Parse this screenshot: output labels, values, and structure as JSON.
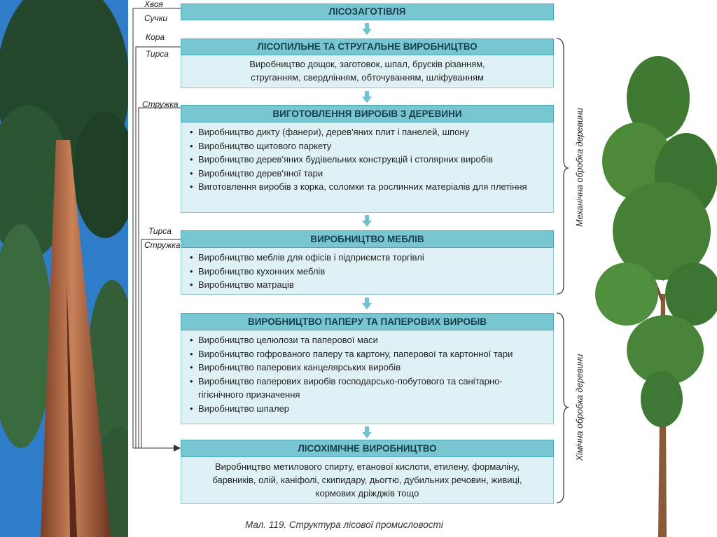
{
  "blocks": [
    {
      "title": "ЛІСОЗАГОТІВЛЯ"
    },
    {
      "title": "ЛІСОПИЛЬНЕ ТА СТРУГАЛЬНЕ ВИРОБНИЦТВО",
      "lines": [
        "Виробництво дощок, заготовок, шпал, брусків різанням,",
        "струганням, свердлінням, обточуванням, шліфуванням"
      ]
    },
    {
      "title": "ВИГОТОВЛЕННЯ ВИРОБІВ З ДЕРЕВИНИ",
      "items": [
        "Виробництво дикту (фанери), дерев'яних плит і панелей, шпону",
        "Виробництво щитового паркету",
        "Виробництво дерев'яних будівельних конструкцій і столярних виробів",
        "Виробництво дерев'яної тари",
        "Виготовлення виробів з корка, соломки та рослинних матеріалів для плетіння"
      ]
    },
    {
      "title": "ВИРОБНИЦТВО МЕБЛІВ",
      "items": [
        "Виробництво меблів для офісів і підприємств торгівлі",
        "Виробництво кухонних меблів",
        "Виробництво матраців"
      ]
    },
    {
      "title": "ВИРОБНИЦТВО ПАПЕРУ ТА ПАПЕРОВИХ ВИРОБІВ",
      "items": [
        "Виробництво целюлози та паперової маси",
        "Виробництво гофрованого паперу та картону, паперової та картонної тари",
        "Виробництво паперових канцелярських виробів",
        "Виробництво паперових виробів господарсько-побутового та санітарно-гігієнічного призначення",
        "Виробництво шпалер"
      ]
    },
    {
      "title": "ЛІСОХІМІЧНЕ ВИРОБНИЦТВО",
      "lines": [
        "Виробництво метилового спирту, етанової кислоти, етилену, формаліну,",
        "барвників, олій, каніфолі, скипидару, дьогтю, дубильних речовин, живиці,",
        "кормових дріжджів тощо"
      ]
    }
  ],
  "side_labels": {
    "hvoya": "Хвоя",
    "suchky": "Сучки",
    "kora": "Кора",
    "tyrsa1": "Тирса",
    "struzhka1": "Стружка",
    "tyrsa2": "Тирса",
    "struzhka2": "Стружка"
  },
  "brackets": {
    "mechanical": "Механічна обробка деревини",
    "chemical": "Хімічна обробка деревини"
  },
  "caption": "Мал. 119. Структура лісової промисловості",
  "colors": {
    "header": "#78c6d1",
    "panel": "#dff1f4",
    "arrow": "#6ec3d3"
  }
}
